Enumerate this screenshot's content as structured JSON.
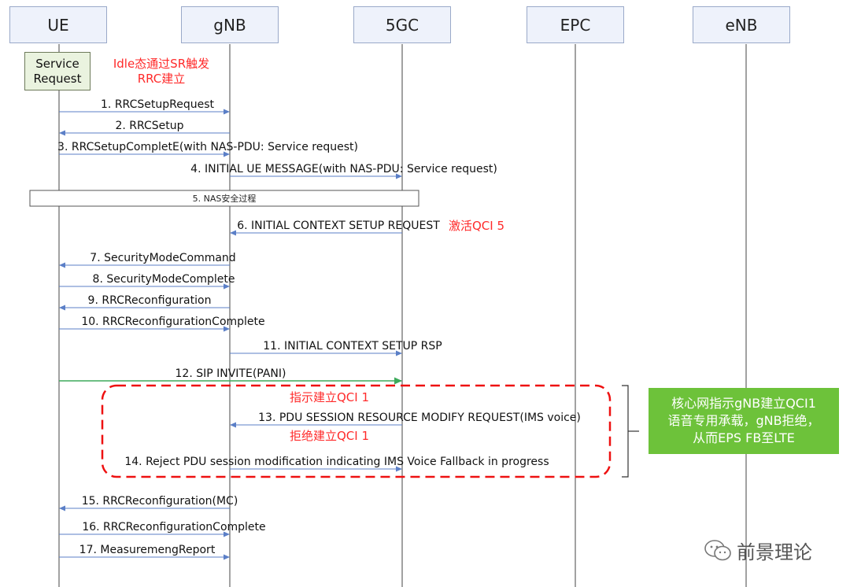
{
  "entities": [
    {
      "id": "ue",
      "label": "UE"
    },
    {
      "id": "gnb",
      "label": "gNB"
    },
    {
      "id": "5gc",
      "label": "5GC"
    },
    {
      "id": "epc",
      "label": "EPC"
    },
    {
      "id": "enb",
      "label": "eNB"
    }
  ],
  "service_request": {
    "line1": "Service",
    "line2": "Request"
  },
  "idle_note": {
    "line1": "Idle态通过SR触发",
    "line2": "RRC建立"
  },
  "messages": [
    {
      "label": "1. RRCSetupRequest",
      "from": "ue",
      "to": "gnb",
      "color": "#5b7fc7"
    },
    {
      "label": "2. RRCSetup",
      "from": "gnb",
      "to": "ue",
      "color": "#5b7fc7"
    },
    {
      "label": "3. RRCSetupCompletE(with NAS-PDU: Service request)",
      "from": "ue",
      "to": "gnb",
      "color": "#5b7fc7"
    },
    {
      "label": "4. INITIAL UE MESSAGE(with NAS-PDU: Service request)",
      "from": "gnb",
      "to": "5gc",
      "color": "#5b7fc7"
    },
    {
      "label": "6. INITIAL CONTEXT SETUP REQUEST",
      "from": "5gc",
      "to": "gnb",
      "color": "#5b7fc7"
    },
    {
      "label": "7. SecurityModeCommand",
      "from": "gnb",
      "to": "ue",
      "color": "#5b7fc7"
    },
    {
      "label": "8. SecurityModeComplete",
      "from": "ue",
      "to": "gnb",
      "color": "#5b7fc7"
    },
    {
      "label": "9. RRCReconfiguration",
      "from": "gnb",
      "to": "ue",
      "color": "#5b7fc7"
    },
    {
      "label": "10. RRCReconfigurationComplete",
      "from": "ue",
      "to": "gnb",
      "color": "#5b7fc7"
    },
    {
      "label": "11. INITIAL CONTEXT SETUP RSP",
      "from": "gnb",
      "to": "5gc",
      "color": "#5b7fc7"
    },
    {
      "label": "12. SIP INVITE(PANI)",
      "from": "ue",
      "to": "5gc",
      "color": "#3daa5b"
    },
    {
      "label": "13. PDU SESSION RESOURCE MODIFY REQUEST(IMS voice)",
      "from": "5gc",
      "to": "gnb",
      "color": "#5b7fc7"
    },
    {
      "label": "14. Reject PDU session modification indicating IMS Voice Fallback in progress",
      "from": "gnb",
      "to": "5gc",
      "color": "#5b7fc7"
    },
    {
      "label": "15. RRCReconfiguration(MC)",
      "from": "gnb",
      "to": "ue",
      "color": "#5b7fc7"
    },
    {
      "label": "16. RRCReconfigurationComplete",
      "from": "ue",
      "to": "gnb",
      "color": "#5b7fc7"
    },
    {
      "label": "17. MeasuremengReport",
      "from": "ue",
      "to": "gnb",
      "color": "#5b7fc7"
    }
  ],
  "nas_security": {
    "label": "5. NAS安全过程"
  },
  "red_notes": {
    "activate_qci5": "激活QCI 5",
    "indicate_qci1": "指示建立QCI 1",
    "reject_qci1": "拒绝建立QCI 1"
  },
  "green_note": {
    "line1": "核心网指示gNB建立QCI1",
    "line2": "语音专用承载，gNB拒绝，",
    "line3": "从而EPS FB至LTE"
  },
  "watermark": {
    "text": "前景理论"
  },
  "colors": {
    "arrow": "#5b7fc7",
    "sip_arrow": "#3daa5b",
    "red": "#ff2a2a",
    "dashed_box": "#ee1111",
    "green_note_bg": "#6dc23a",
    "entity_bg": "#eef2fb"
  }
}
